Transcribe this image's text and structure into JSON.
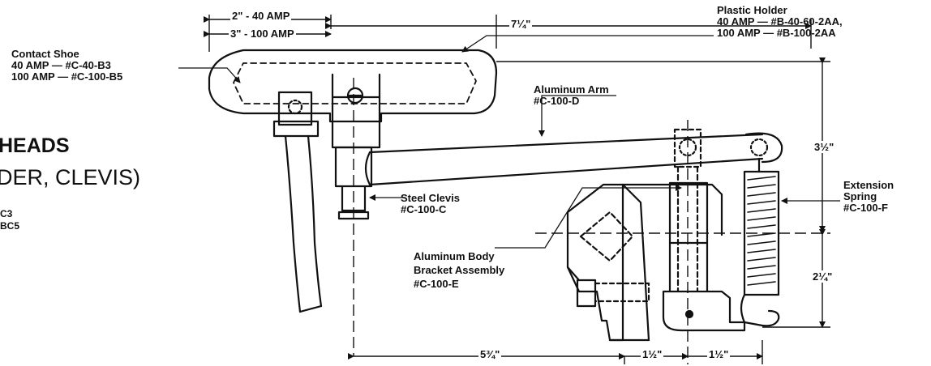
{
  "heading": {
    "line1": "HEADS",
    "line2": "DER, CLEVIS)",
    "codes": [
      "C3",
      "BC5"
    ]
  },
  "labels": {
    "contact_shoe": [
      "Contact Shoe",
      "40 AMP — #C-40-B3",
      "100 AMP — #C-100-B5"
    ],
    "plastic_holder": [
      "Plastic Holder",
      "40 AMP — #B-40-60-2AA,",
      "100 AMP — #B-100-2AA"
    ],
    "aluminum_arm": [
      "Aluminum Arm",
      "#C-100-D"
    ],
    "steel_clevis": [
      "Steel Clevis",
      "#C-100-C"
    ],
    "aluminum_body": [
      "Aluminum Body",
      "Bracket Assembly",
      "#C-100-E"
    ],
    "extension_spring": [
      "Extension",
      "Spring",
      "#C-100-F"
    ]
  },
  "dimensions": {
    "width_40amp": "2\" - 40 AMP",
    "width_100amp": "3\" - 100 AMP",
    "overall_length": "7¼\"",
    "height_upper": "3½\"",
    "height_lower": "2¼\"",
    "base_left": "5¾\"",
    "base_mid": "1½\"",
    "base_right": "1½\""
  }
}
